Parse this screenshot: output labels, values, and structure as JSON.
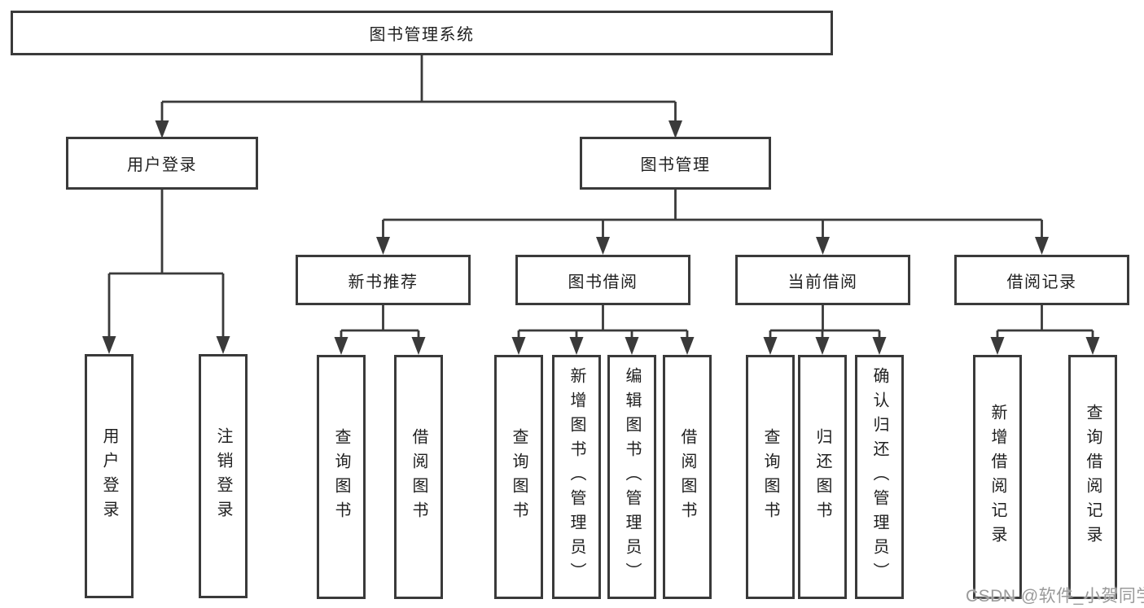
{
  "tree": {
    "root": "图书管理系统",
    "branches": [
      {
        "label": "用户登录",
        "children": [
          "用户登录",
          "注销登录"
        ]
      },
      {
        "label": "图书管理",
        "children": [
          {
            "label": "新书推荐",
            "children": [
              "查询图书",
              "借阅图书"
            ]
          },
          {
            "label": "图书借阅",
            "children": [
              "查询图书",
              "新增图书（管理员）",
              "编辑图书（管理员）",
              "借阅图书"
            ]
          },
          {
            "label": "当前借阅",
            "children": [
              "查询图书",
              "归还图书",
              "确认归还（管理员）"
            ]
          },
          {
            "label": "借阅记录",
            "children": [
              "新增借阅记录",
              "查询借阅记录"
            ]
          }
        ]
      }
    ]
  },
  "watermark": {
    "text": "CSDN @软件_小贺同学",
    "color": "#9a9a9a"
  },
  "colors": {
    "line": "#3a3a3a",
    "box_border": "#3a3a3a",
    "text": "#1f1f1f",
    "background": "#ffffff"
  }
}
